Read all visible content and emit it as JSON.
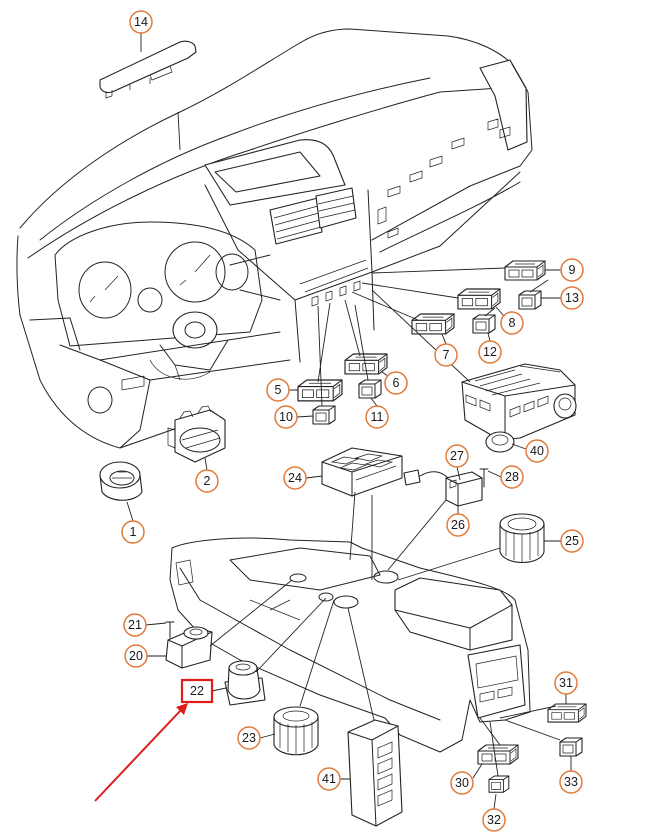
{
  "colors": {
    "background": "#ffffff",
    "linework": "#222222",
    "callout_ring": "#e07a3a",
    "callout_text": "#1a1a1a",
    "highlight": "#e01b1b"
  },
  "callouts": [
    {
      "label": "14"
    },
    {
      "label": "9"
    },
    {
      "label": "13"
    },
    {
      "label": "8"
    },
    {
      "label": "12"
    },
    {
      "label": "7"
    },
    {
      "label": "6"
    },
    {
      "label": "5"
    },
    {
      "label": "10"
    },
    {
      "label": "11"
    },
    {
      "label": "2"
    },
    {
      "label": "1"
    },
    {
      "label": "40"
    },
    {
      "label": "24"
    },
    {
      "label": "27"
    },
    {
      "label": "28"
    },
    {
      "label": "26"
    },
    {
      "label": "25"
    },
    {
      "label": "21"
    },
    {
      "label": "20"
    },
    {
      "label": "22",
      "highlighted": true
    },
    {
      "label": "23"
    },
    {
      "label": "41"
    },
    {
      "label": "31"
    },
    {
      "label": "30"
    },
    {
      "label": "33"
    },
    {
      "label": "32"
    }
  ]
}
